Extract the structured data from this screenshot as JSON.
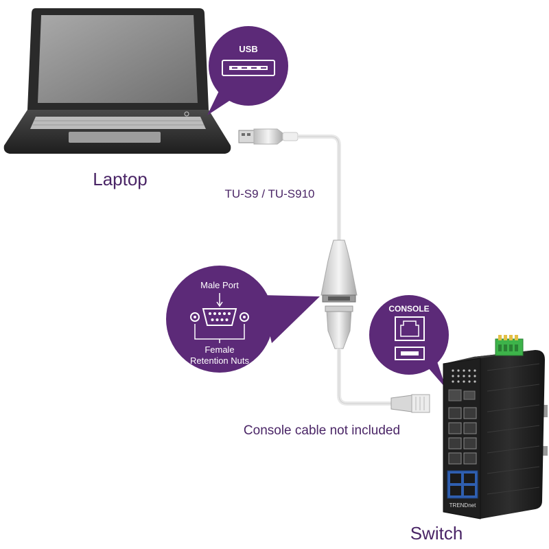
{
  "devices": {
    "laptop": "Laptop",
    "switch": "Switch",
    "switch_brand": "TRENDnet"
  },
  "cable": {
    "model": "TU-S9 / TU-S910",
    "note": "Console cable not included"
  },
  "callouts": {
    "usb": {
      "title": "USB"
    },
    "serial": {
      "male_port": "Male Port",
      "female_line1": "Female",
      "female_line2": "Retention Nuts"
    },
    "console": {
      "title": "CONSOLE"
    }
  },
  "colors": {
    "accent": "#5c2a78",
    "label_text": "#4a2566",
    "device_dark": "#2b2b2b",
    "screen": "#8a8a8a",
    "cable": "#e8e8e8",
    "terminal_green": "#3db34a",
    "sfp_blue": "#2f5fb0"
  }
}
